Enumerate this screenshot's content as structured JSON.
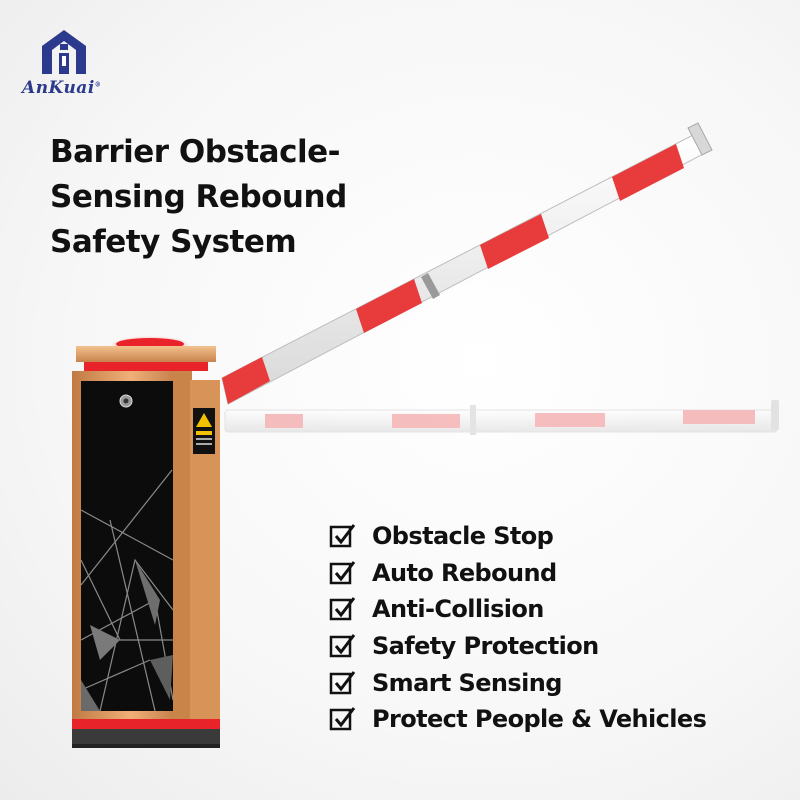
{
  "brand": {
    "name": "AnKuai",
    "registered_mark": "®",
    "logo_icon": "ankuai-house-logo-icon",
    "color": "#2b3a8c"
  },
  "title_lines": [
    "Barrier Obstacle-",
    "Sensing Rebound",
    "Safety System"
  ],
  "features": [
    {
      "icon": "checkbox-checked-icon",
      "label": "Obstacle Stop"
    },
    {
      "icon": "checkbox-checked-icon",
      "label": "Auto Rebound"
    },
    {
      "icon": "checkbox-checked-icon",
      "label": "Anti-Collision"
    },
    {
      "icon": "checkbox-checked-icon",
      "label": "Safety Protection"
    },
    {
      "icon": "checkbox-checked-icon",
      "label": "Smart Sensing"
    },
    {
      "icon": "checkbox-checked-icon",
      "label": "Protect People & Vehicles"
    }
  ],
  "product": {
    "cabinet_color": "#d9935a",
    "panel_color": "#0c0c0c",
    "light_color": "#e8232a",
    "boom_stripe_color": "#e83b3b"
  }
}
